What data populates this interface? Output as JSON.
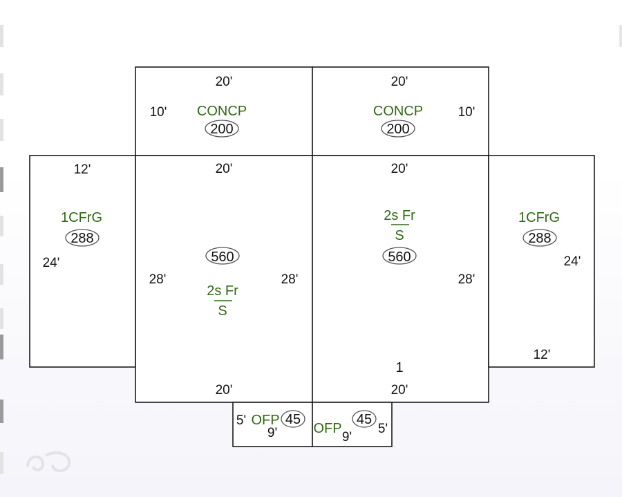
{
  "colors": {
    "line": "#1a1a1a",
    "label": "#2e6a12",
    "text": "#111111",
    "oval": "#555555"
  },
  "sections": [
    {
      "id": "concp-left",
      "code": "CONCP",
      "area": "200",
      "dims": [
        "20'",
        "10'"
      ]
    },
    {
      "id": "concp-right",
      "code": "CONCP",
      "area": "200",
      "dims": [
        "20'",
        "10'"
      ]
    },
    {
      "id": "garage-left",
      "code": "1CFrG",
      "area": "288",
      "dims": [
        "12'",
        "24'"
      ]
    },
    {
      "id": "main-left",
      "code_top": "2s Fr",
      "code_bottom": "S",
      "area": "560",
      "dims": [
        "20'",
        "28'",
        "28'",
        "20'"
      ]
    },
    {
      "id": "main-right",
      "code_top": "2s Fr",
      "code_bottom": "S",
      "area": "560",
      "dims": [
        "20'",
        "28'",
        "20'"
      ],
      "number": "1"
    },
    {
      "id": "garage-right",
      "code": "1CFrG",
      "area": "288",
      "dims": [
        "24'",
        "12'"
      ]
    },
    {
      "id": "porch-left",
      "code": "OFP",
      "area": "45",
      "dims": [
        "5'",
        "9'"
      ]
    },
    {
      "id": "porch-right",
      "code": "OFP",
      "area": "45",
      "dims": [
        "9'",
        "5'"
      ]
    }
  ],
  "watermark_icon": "logo-watermark-icon"
}
